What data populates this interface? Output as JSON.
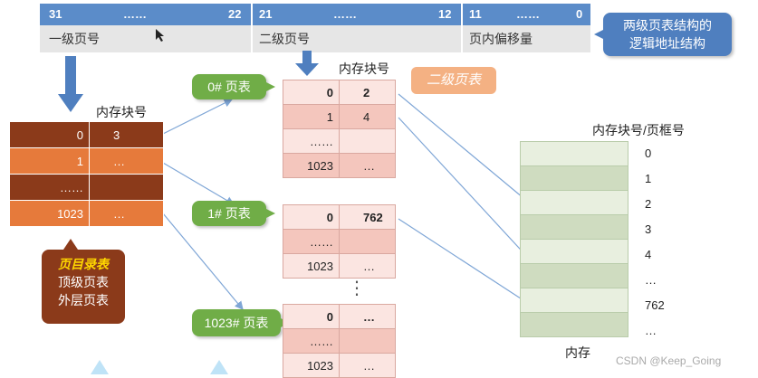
{
  "address": {
    "bits": [
      {
        "hi": "31",
        "mid": "……",
        "lo": "22"
      },
      {
        "hi": "21",
        "mid": "……",
        "lo": "12"
      },
      {
        "hi": "11",
        "mid": "……",
        "lo": "0"
      }
    ],
    "fields": [
      "一级页号",
      "二级页号",
      "页内偏移量"
    ]
  },
  "callout_structure": [
    "两级页表结构的",
    "逻辑地址结构"
  ],
  "directory": {
    "header": "内存块号",
    "rows": [
      [
        "0",
        "3"
      ],
      [
        "1",
        "…"
      ],
      [
        "……",
        ""
      ],
      [
        "1023",
        "…"
      ]
    ],
    "label_em": "页目录表",
    "label_lines": [
      "顶级页表",
      "外层页表"
    ]
  },
  "second_level_tag": "二级页表",
  "page_tables": [
    {
      "tag": "0# 页表",
      "header": "内存块号",
      "rows": [
        [
          "0",
          "2"
        ],
        [
          "1",
          "4"
        ],
        [
          "……",
          ""
        ],
        [
          "1023",
          "…"
        ]
      ]
    },
    {
      "tag": "1# 页表",
      "rows": [
        [
          "0",
          "762"
        ],
        [
          "……",
          ""
        ],
        [
          "1023",
          "…"
        ]
      ]
    },
    {
      "tag": "1023# 页表",
      "rows": [
        [
          "0",
          "…"
        ],
        [
          "……",
          ""
        ],
        [
          "1023",
          "…"
        ]
      ]
    }
  ],
  "vdots": "⋮",
  "memory": {
    "header": "内存块号/页框号",
    "labels": [
      "0",
      "1",
      "2",
      "3",
      "4",
      "…",
      "762",
      "…"
    ],
    "caption": "内存"
  },
  "watermark": "CSDN @Keep_Going",
  "colors": {
    "blue": "#5b8cc9",
    "green": "#70ad47",
    "orange": "#e67a3b",
    "brown": "#8b3a1a"
  }
}
